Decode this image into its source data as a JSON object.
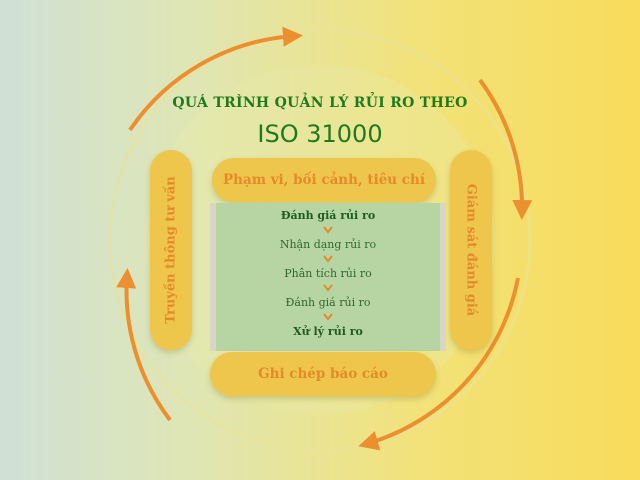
{
  "title": {
    "line1": "QUÁ TRÌNH QUẢN LÝ RỦI RO THEO",
    "line2": "ISO 31000"
  },
  "left_label": "Truyền thông tư vấn",
  "right_label": "Giám sát đánh giá",
  "top_label": "Phạm vi, bối cảnh, tiêu chí",
  "bottom_label": "Ghi chép báo cáo",
  "steps": [
    "Đánh giá rủi ro",
    "Nhận dạng rủi ro",
    "Phân tích rủi ro",
    "Đánh giá rủi ro",
    "Xử lý rủi ro"
  ],
  "colors": {
    "arrow": "#ec8f2e",
    "title": "#1f7a1f",
    "pill": "#eec64b",
    "pill_text": "#e58a2c",
    "center_box": "#b7d4a3"
  }
}
